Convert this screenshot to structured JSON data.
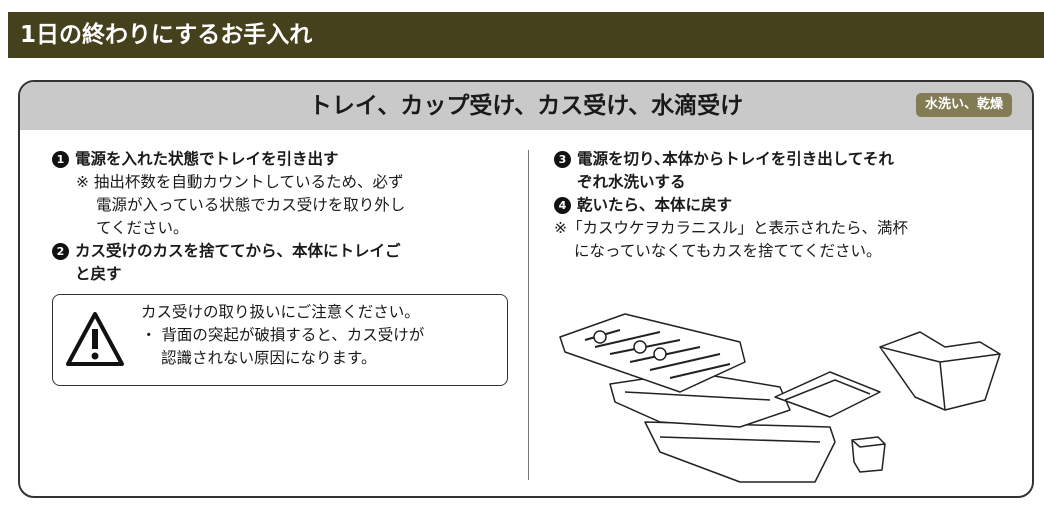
{
  "title": "1日の終わりにするお手入れ",
  "section": {
    "heading": "トレイ、カップ受け、カス受け、水滴受け",
    "badge": "水洗い、乾燥"
  },
  "left": {
    "step1": {
      "num": "1",
      "text": "電源を入れた状態でトレイを引き出す"
    },
    "note1": [
      "※ 抽出杯数を自動カウントしているため、必ず",
      "電源が入っている状態でカス受けを取り外し",
      "てください。"
    ],
    "step2": {
      "num": "2",
      "text": [
        "カス受けのカスを捨ててから、本体にトレイご",
        "と戻す"
      ]
    },
    "warning": [
      "カス受けの取り扱いにご注意ください。",
      "・ 背面の突起が破損すると、カス受けが",
      "認識されない原因になります。"
    ]
  },
  "right": {
    "step3": {
      "num": "3",
      "text": [
        "電源を切り､本体からトレイを引き出してそれ",
        "ぞれ水洗いする"
      ]
    },
    "step4": {
      "num": "4",
      "text": "乾いたら、本体に戻す"
    },
    "note": [
      "※「カスウケヲカラニスル」と表示されたら、満杯",
      "になっていなくてもカスを捨ててください。"
    ]
  }
}
